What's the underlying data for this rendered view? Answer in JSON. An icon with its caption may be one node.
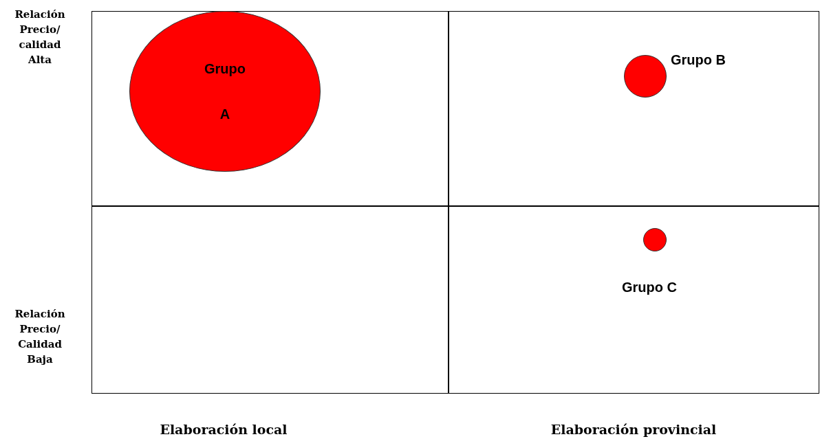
{
  "diagram": {
    "nodes": [
      {
        "text": [
          "Grupo A"
        ]
      },
      {
        "text": [],
        "shape": "circle",
        "beside": [
          "Grupo B"
        ]
      },
      {
        "text": [],
        "shape": "circle",
        "beside": [
          "Grupo C"
        ]
      }
    ],
    "labels": [
      "Relación Precio/ calidad Alta",
      "Relación Precio/ Calidad Baja",
      "Elaboración local",
      "Elaboración provincial"
    ]
  }
}
